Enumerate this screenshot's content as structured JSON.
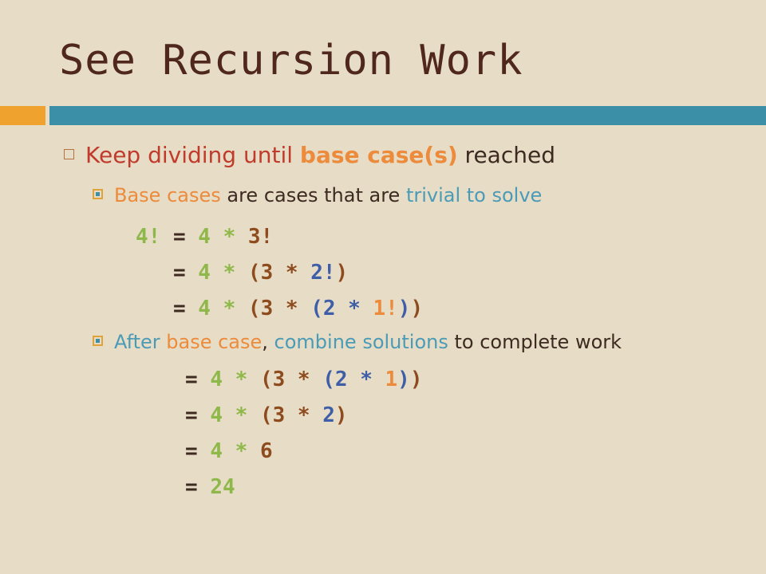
{
  "title": "See Recursion Work",
  "colors": {
    "background": "#e7dcc6",
    "accent_bar": "#f0a22e",
    "main_bar": "#3b8fa7",
    "title": "#4f271c"
  },
  "bullet1": {
    "part1": "Keep dividing until ",
    "part2": "base case(s)",
    "part3": " reached"
  },
  "bullet2": {
    "part1": "Base cases",
    "part2": " are cases that are ",
    "part3": "trivial to solve"
  },
  "bullet3": {
    "part1": "After ",
    "part2": "base case",
    "part3": ", ",
    "part4": "combine solutions",
    "part5": " to complete work"
  },
  "code_divide": [
    [
      {
        "t": "4! ",
        "c": "green"
      },
      {
        "t": "= ",
        "c": "dark"
      },
      {
        "t": "4 ",
        "c": "green"
      },
      {
        "t": "* ",
        "c": "green"
      },
      {
        "t": "3!",
        "c": "brown"
      }
    ],
    [
      {
        "t": "   ",
        "c": "dark"
      },
      {
        "t": "= ",
        "c": "dark"
      },
      {
        "t": "4 ",
        "c": "green"
      },
      {
        "t": "* ",
        "c": "green"
      },
      {
        "t": "(",
        "c": "brown"
      },
      {
        "t": "3 ",
        "c": "brown"
      },
      {
        "t": "* ",
        "c": "brown"
      },
      {
        "t": "2!",
        "c": "blue"
      },
      {
        "t": ")",
        "c": "brown"
      }
    ],
    [
      {
        "t": "   ",
        "c": "dark"
      },
      {
        "t": "= ",
        "c": "dark"
      },
      {
        "t": "4 ",
        "c": "green"
      },
      {
        "t": "* ",
        "c": "green"
      },
      {
        "t": "(",
        "c": "brown"
      },
      {
        "t": "3 ",
        "c": "brown"
      },
      {
        "t": "* ",
        "c": "brown"
      },
      {
        "t": "(",
        "c": "blue"
      },
      {
        "t": "2 ",
        "c": "blue"
      },
      {
        "t": "* ",
        "c": "blue"
      },
      {
        "t": "1!",
        "c": "orange"
      },
      {
        "t": ")",
        "c": "blue"
      },
      {
        "t": ")",
        "c": "brown"
      }
    ]
  ],
  "code_combine": [
    [
      {
        "t": "= ",
        "c": "dark"
      },
      {
        "t": "4 ",
        "c": "green"
      },
      {
        "t": "* ",
        "c": "green"
      },
      {
        "t": "(",
        "c": "brown"
      },
      {
        "t": "3 ",
        "c": "brown"
      },
      {
        "t": "* ",
        "c": "brown"
      },
      {
        "t": "(",
        "c": "blue"
      },
      {
        "t": "2 ",
        "c": "blue"
      },
      {
        "t": "* ",
        "c": "blue"
      },
      {
        "t": "1",
        "c": "orange"
      },
      {
        "t": ")",
        "c": "blue"
      },
      {
        "t": ")",
        "c": "brown"
      }
    ],
    [
      {
        "t": "= ",
        "c": "dark"
      },
      {
        "t": "4 ",
        "c": "green"
      },
      {
        "t": "* ",
        "c": "green"
      },
      {
        "t": "(",
        "c": "brown"
      },
      {
        "t": "3 ",
        "c": "brown"
      },
      {
        "t": "* ",
        "c": "brown"
      },
      {
        "t": "2",
        "c": "blue"
      },
      {
        "t": ")",
        "c": "brown"
      }
    ],
    [
      {
        "t": "= ",
        "c": "dark"
      },
      {
        "t": "4 ",
        "c": "green"
      },
      {
        "t": "* ",
        "c": "green"
      },
      {
        "t": "6",
        "c": "brown"
      }
    ],
    [
      {
        "t": "= ",
        "c": "dark"
      },
      {
        "t": "24",
        "c": "green"
      }
    ]
  ]
}
